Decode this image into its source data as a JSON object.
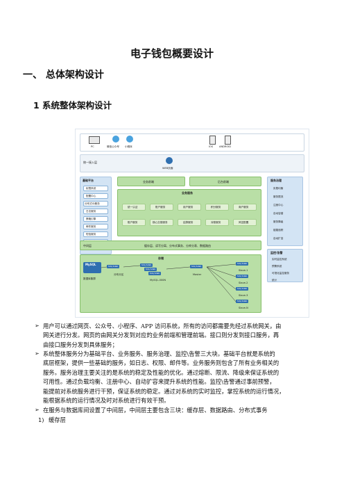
{
  "doc": {
    "title": "电子钱包概要设计",
    "section1": "一、 总体架构设计",
    "section1_1": "1   系统整体架构设计"
  },
  "diagram": {
    "clients": [
      "PC",
      "微信公众号",
      "小程序",
      "IOS",
      "ANDROID"
    ],
    "unified_entry": "统一接入层",
    "web_page": "WEB页面",
    "base_platform": {
      "title": "基础平台",
      "items": [
        "权限系统",
        "配置中心",
        "分布式ID服务",
        "日志服务",
        "策略引擎",
        "邮件服务",
        "短信服务",
        "报表服务"
      ]
    },
    "business_gateway": "业务前端",
    "admin_frontend": "后台前端",
    "business_service": {
      "title": "业务服务",
      "row1": [
        "统一认证",
        "账户服务",
        "用户服务",
        "积分服务",
        "商户服务"
      ],
      "row2": [
        "账户服务",
        "核心交易服务",
        "结算服务",
        "对账服务",
        "风控配置"
      ]
    },
    "service_governance": {
      "title": "服务治理",
      "items": [
        "负载均衡",
        "服务限流",
        "注册中心",
        "自动容错",
        "服务降级",
        "链路追踪",
        "自动扩容"
      ]
    },
    "middleware": {
      "title": "中间层",
      "text": "缓存层、读写分离、分布式事务、分库分表、数据路由"
    },
    "monitoring": {
      "title": "监控/告警",
      "items": [
        "实时监控系统",
        "预警系统",
        "可视化监控服务",
        "统计"
      ]
    },
    "storage": {
      "title": "存储",
      "mysql": "MySQL",
      "mysql_cluster": "数据库集群",
      "partition": "分布分区",
      "mysql_000n": "MySQL-000N",
      "master": "Master",
      "slaves": [
        "Slave-1",
        "Slave-2",
        "Slave-3",
        "Slave-N"
      ],
      "tag": "Sdq Sdab"
    }
  },
  "paragraphs": [
    {
      "bullet": "➢",
      "lines": [
        "用户可以通过网页、公众号、小程序、APP 访问系统，所有的访问都需要先经过系统网关，由",
        "网关进行分发。网页的由网关分发到对应的业务前端和管理前端。接口则分发到接口服务，再",
        "由接口服务分发到具体服务；"
      ]
    },
    {
      "bullet": "➢",
      "lines": [
        "系统整体服务分为基础平台、业务服务、服务治理、监控\\告警三大块。基础平台就是系统的",
        "底层框架，提供一些基础的服务，如日志、权限、邮件等。业务服务则包含了所有业务相关的",
        "服务。服务治理主要关注的是系统的稳定及性能的优化。通过熔断、限流、降级来保证系统的",
        "可用性。通过负载均衡、注册中心、自动扩容来提升系统的性能。监控\\告警通过事前预警，",
        "能提前对系统服务进行干预，保证系统的稳定。通过对系统的实时监控，掌控系统的运行情况，",
        "能根据系统的运行情况及时对系统进行有效干预。"
      ]
    },
    {
      "bullet": "➢",
      "lines": [
        "在服务与数据库间设置了中间层，中间层主要包含三块：缓存层、数据路由、分布式事务"
      ]
    }
  ],
  "numbered": {
    "num": "1)",
    "text": "缓存层"
  }
}
